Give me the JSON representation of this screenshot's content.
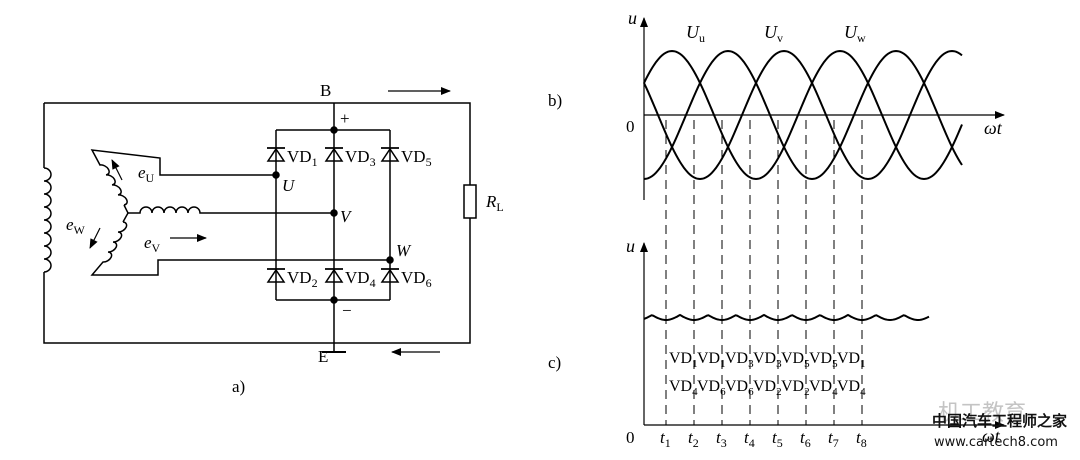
{
  "circuit": {
    "node_b": "B",
    "node_e": "E",
    "plus": "+",
    "minus": "−",
    "phase_u": "U",
    "phase_v": "V",
    "phase_w": "W",
    "load": {
      "main": "R",
      "sub": "L"
    },
    "emf_u": {
      "main": "e",
      "sub": "U"
    },
    "emf_v": {
      "main": "e",
      "sub": "V"
    },
    "emf_w": {
      "main": "e",
      "sub": "W"
    },
    "diodes": [
      {
        "main": "VD",
        "sub": "1"
      },
      {
        "main": "VD",
        "sub": "3"
      },
      {
        "main": "VD",
        "sub": "5"
      },
      {
        "main": "VD",
        "sub": "2"
      },
      {
        "main": "VD",
        "sub": "4"
      },
      {
        "main": "VD",
        "sub": "6"
      }
    ],
    "caption": "a)"
  },
  "graph_b": {
    "caption": "b)",
    "ylabel": "u",
    "xlabel": "ωt",
    "origin": "0",
    "curves": [
      {
        "main": "U",
        "sub": "u"
      },
      {
        "main": "U",
        "sub": "v"
      },
      {
        "main": "U",
        "sub": "w"
      }
    ]
  },
  "graph_c": {
    "caption": "c)",
    "ylabel": "u",
    "origin": "0",
    "xlabel": "ωt",
    "times": [
      {
        "main": "t",
        "sub": "1"
      },
      {
        "main": "t",
        "sub": "2"
      },
      {
        "main": "t",
        "sub": "3"
      },
      {
        "main": "t",
        "sub": "4"
      },
      {
        "main": "t",
        "sub": "5"
      },
      {
        "main": "t",
        "sub": "6"
      },
      {
        "main": "t",
        "sub": "7"
      },
      {
        "main": "t",
        "sub": "8"
      }
    ],
    "conduction": [
      {
        "top": {
          "main": "VD",
          "sub": "1"
        },
        "bottom": {
          "main": "VD",
          "sub": "4"
        }
      },
      {
        "top": {
          "main": "VD",
          "sub": "1"
        },
        "bottom": {
          "main": "VD",
          "sub": "6"
        }
      },
      {
        "top": {
          "main": "VD",
          "sub": "3"
        },
        "bottom": {
          "main": "VD",
          "sub": "6"
        }
      },
      {
        "top": {
          "main": "VD",
          "sub": "3"
        },
        "bottom": {
          "main": "VD",
          "sub": "2"
        }
      },
      {
        "top": {
          "main": "VD",
          "sub": "5"
        },
        "bottom": {
          "main": "VD",
          "sub": "2"
        }
      },
      {
        "top": {
          "main": "VD",
          "sub": "5"
        },
        "bottom": {
          "main": "VD",
          "sub": "4"
        }
      },
      {
        "top": {
          "main": "VD",
          "sub": "1"
        },
        "bottom": {
          "main": "VD",
          "sub": "4"
        }
      }
    ]
  },
  "watermark": {
    "brand": "机工教育",
    "site_name": "中国汽车工程师之家",
    "url": "www.cartech8.com"
  }
}
